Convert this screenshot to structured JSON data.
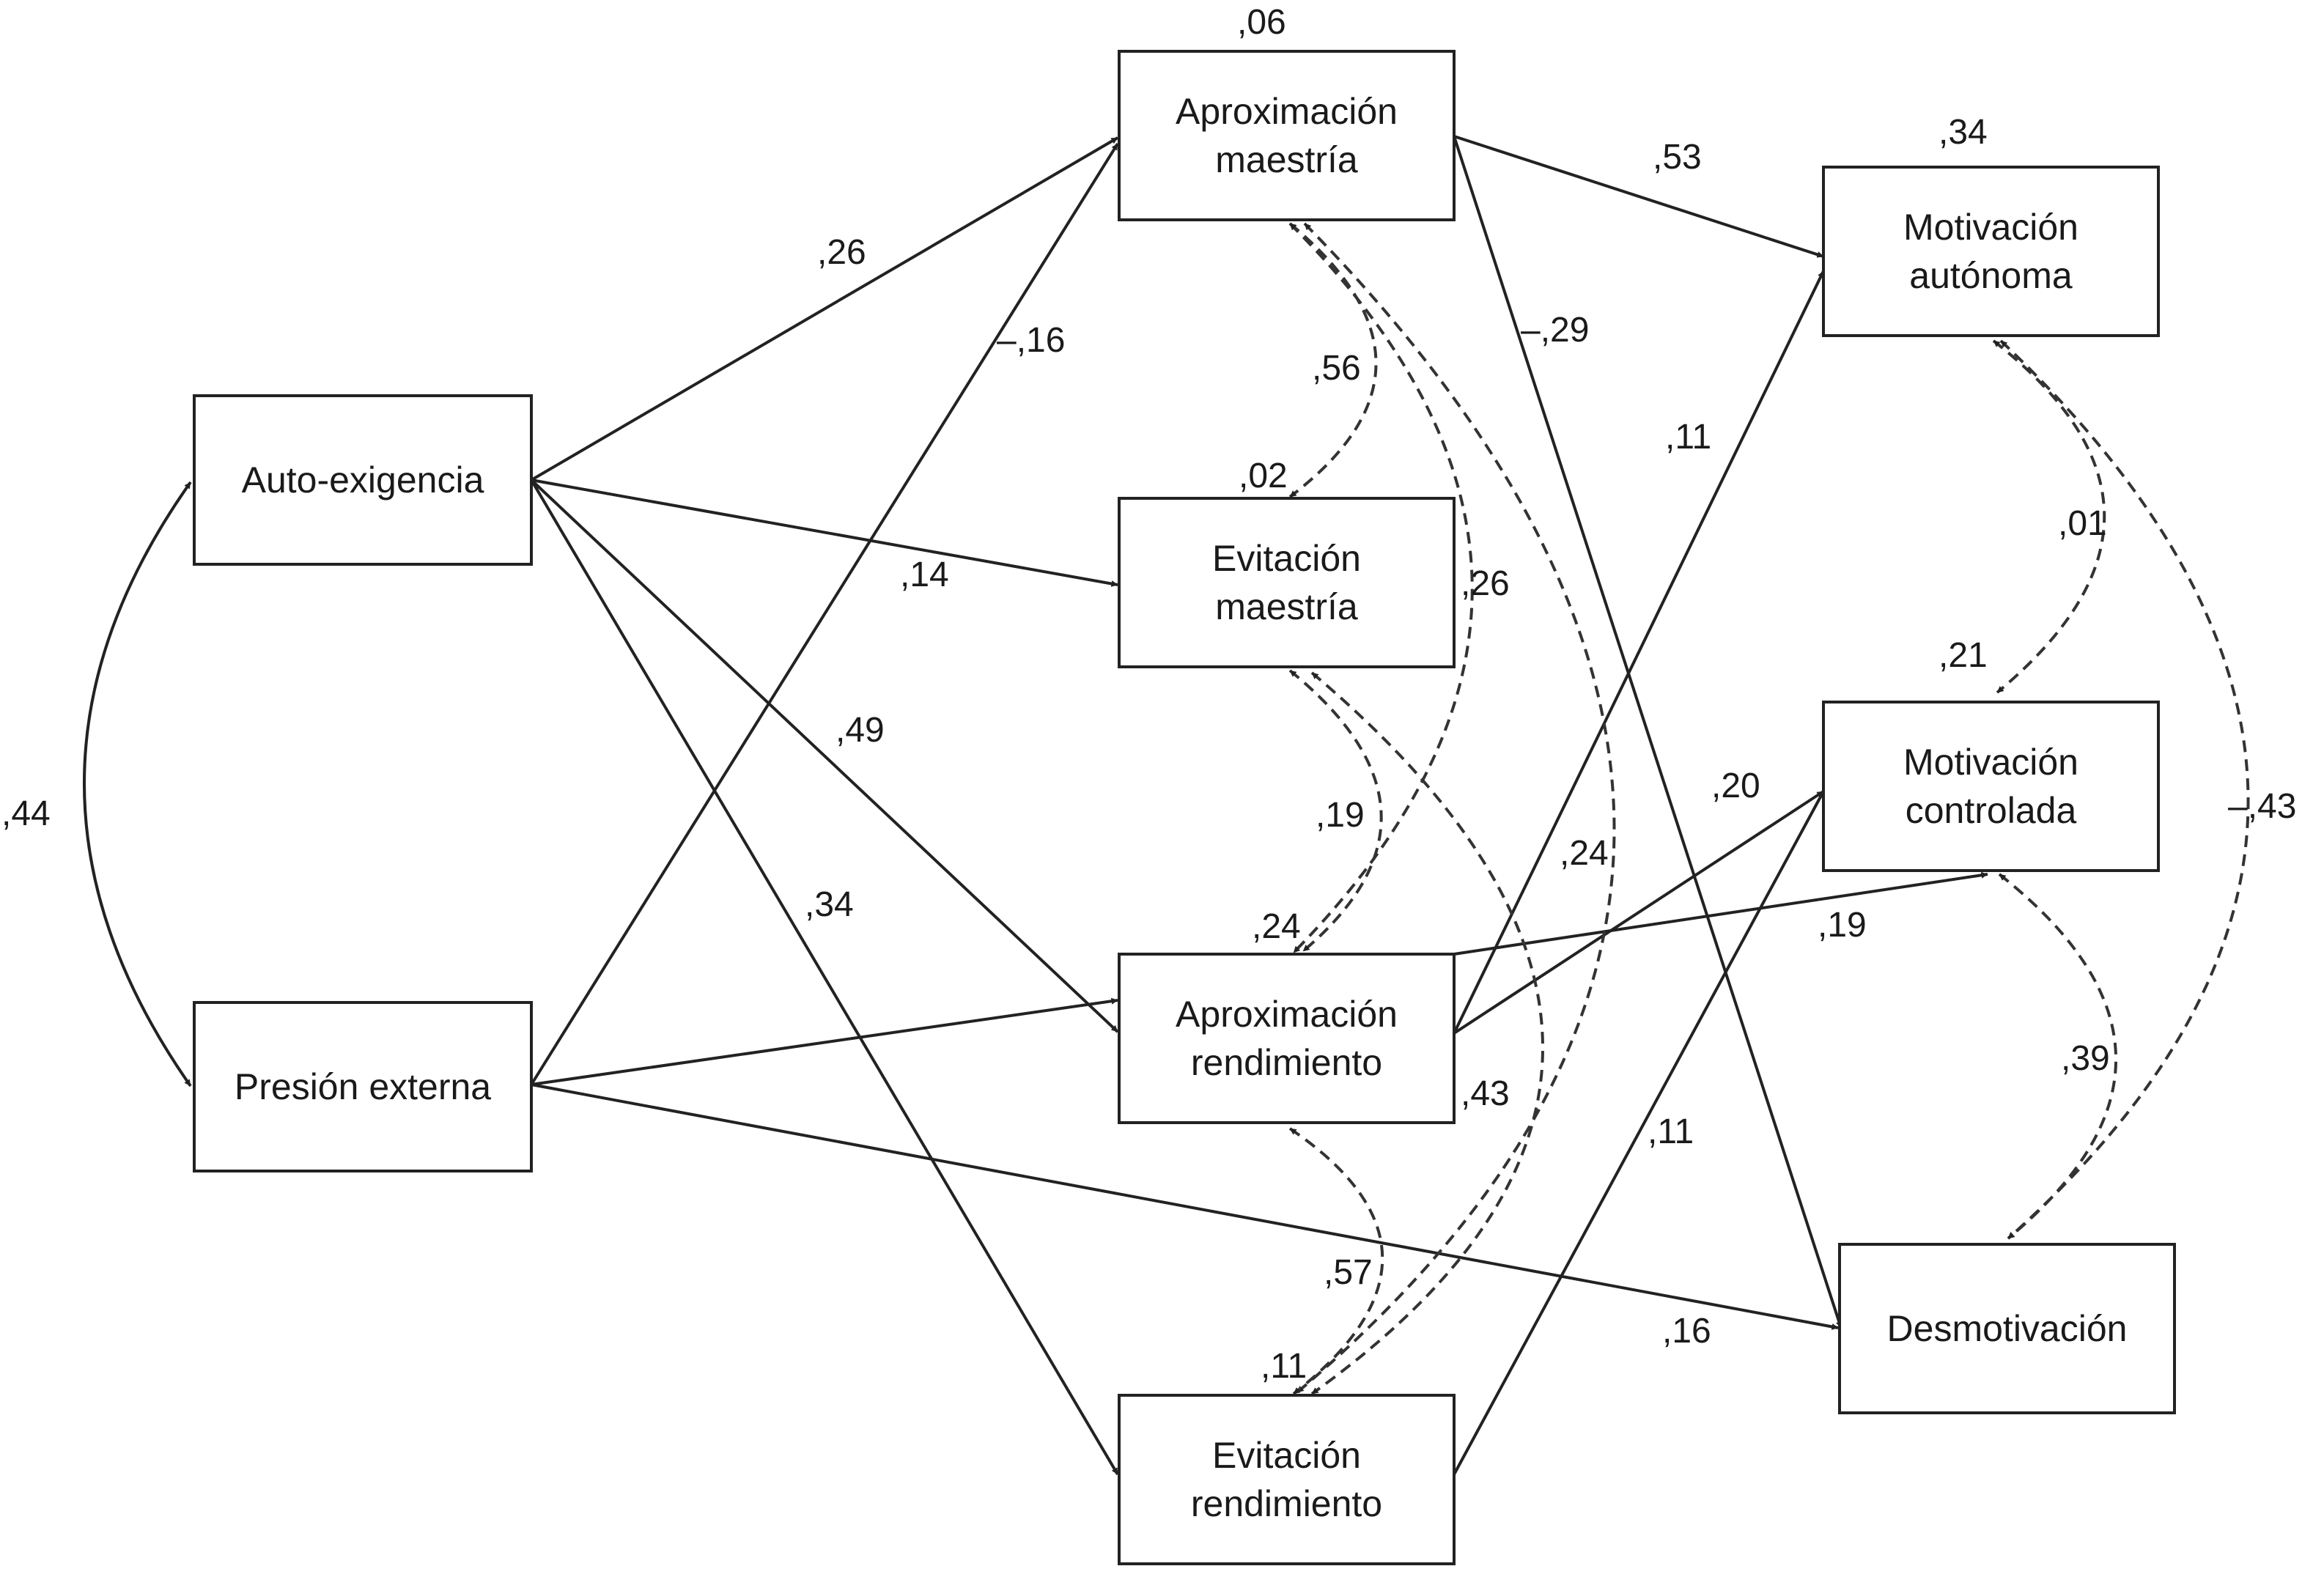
{
  "nodes": {
    "auto": {
      "lines": [
        "Auto-exigencia"
      ]
    },
    "pres": {
      "lines": [
        "Presión externa"
      ]
    },
    "am": {
      "lines": [
        "Aproximación",
        "maestría"
      ],
      "r2": ",06"
    },
    "em": {
      "lines": [
        "Evitación",
        "maestría"
      ],
      "r2": ",02"
    },
    "ar": {
      "lines": [
        "Aproximación",
        "rendimiento"
      ],
      "r2": ",24"
    },
    "er": {
      "lines": [
        "Evitación",
        "rendimiento"
      ],
      "r2": ",11"
    },
    "ma": {
      "lines": [
        "Motivación",
        "autónoma"
      ],
      "r2": ",34"
    },
    "mc": {
      "lines": [
        "Motivación",
        "controlada"
      ],
      "r2": ",21"
    },
    "de": {
      "lines": [
        "Desmotivación"
      ]
    }
  },
  "paths": [
    {
      "from": "auto",
      "to": "am",
      "label": ",26"
    },
    {
      "from": "auto",
      "to": "em",
      "label": ",14"
    },
    {
      "from": "auto",
      "to": "ar",
      "label": ",49"
    },
    {
      "from": "auto",
      "to": "er",
      "label": ",34"
    },
    {
      "from": "pres",
      "to": "am",
      "label": "–,16"
    },
    {
      "from": "pres",
      "to": "ar",
      "label": ""
    },
    {
      "from": "pres",
      "to": "de",
      "label": ",16"
    },
    {
      "from": "am",
      "to": "ma",
      "label": ",53"
    },
    {
      "from": "am",
      "to": "de",
      "label": "–,29"
    },
    {
      "from": "ar",
      "to": "ma",
      "label": ",11"
    },
    {
      "from": "ar",
      "to": "mc",
      "label": ",20"
    },
    {
      "from": "ar",
      "to": "mc",
      "label": ",19"
    },
    {
      "from": "er",
      "to": "mc",
      "label": ",11"
    }
  ],
  "covariances": [
    {
      "between": [
        "auto",
        "pres"
      ],
      "label": ",44"
    },
    {
      "between": [
        "am",
        "em"
      ],
      "label": ",56"
    },
    {
      "between": [
        "am",
        "ar"
      ],
      "label": ",26"
    },
    {
      "between": [
        "am",
        "er"
      ],
      "label": ",24"
    },
    {
      "between": [
        "em",
        "ar"
      ],
      "label": ",19"
    },
    {
      "between": [
        "em",
        "er"
      ],
      "label": ",43"
    },
    {
      "between": [
        "ar",
        "er"
      ],
      "label": ",57"
    },
    {
      "between": [
        "ma",
        "mc"
      ],
      "label": ",01"
    },
    {
      "between": [
        "ma",
        "de"
      ],
      "label": "–,43"
    },
    {
      "between": [
        "mc",
        "de"
      ],
      "label": ",39"
    }
  ]
}
